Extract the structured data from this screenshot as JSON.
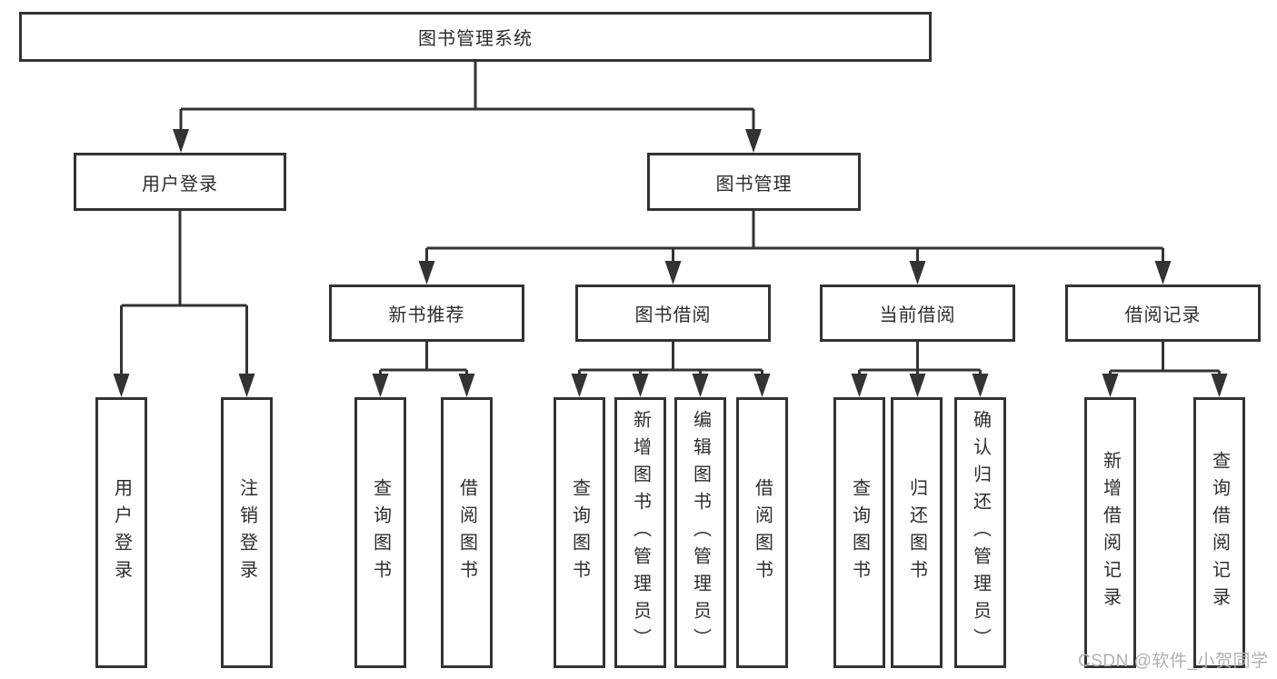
{
  "tree": {
    "label": "图书管理系统",
    "children": [
      {
        "label": "用户登录",
        "children": [
          {
            "label": "用户登录"
          },
          {
            "label": "注销登录"
          }
        ]
      },
      {
        "label": "图书管理",
        "children": [
          {
            "label": "新书推荐",
            "children": [
              {
                "label": "查询图书"
              },
              {
                "label": "借阅图书"
              }
            ]
          },
          {
            "label": "图书借阅",
            "children": [
              {
                "label": "查询图书"
              },
              {
                "label": "新增图书（管理员）"
              },
              {
                "label": "编辑图书（管理员）"
              },
              {
                "label": "借阅图书"
              }
            ]
          },
          {
            "label": "当前借阅",
            "children": [
              {
                "label": "查询图书"
              },
              {
                "label": "归还图书"
              },
              {
                "label": "确认归还（管理员）"
              }
            ]
          },
          {
            "label": "借阅记录",
            "children": [
              {
                "label": "新增借阅记录"
              },
              {
                "label": "查询借阅记录"
              }
            ]
          }
        ]
      }
    ]
  },
  "watermark": {
    "text": "CSDN @软件_小贺同学"
  },
  "colors": {
    "line": "#333333",
    "text": "#2d2d2d",
    "watermark": "#b0b0b0",
    "background": "#ffffff"
  }
}
